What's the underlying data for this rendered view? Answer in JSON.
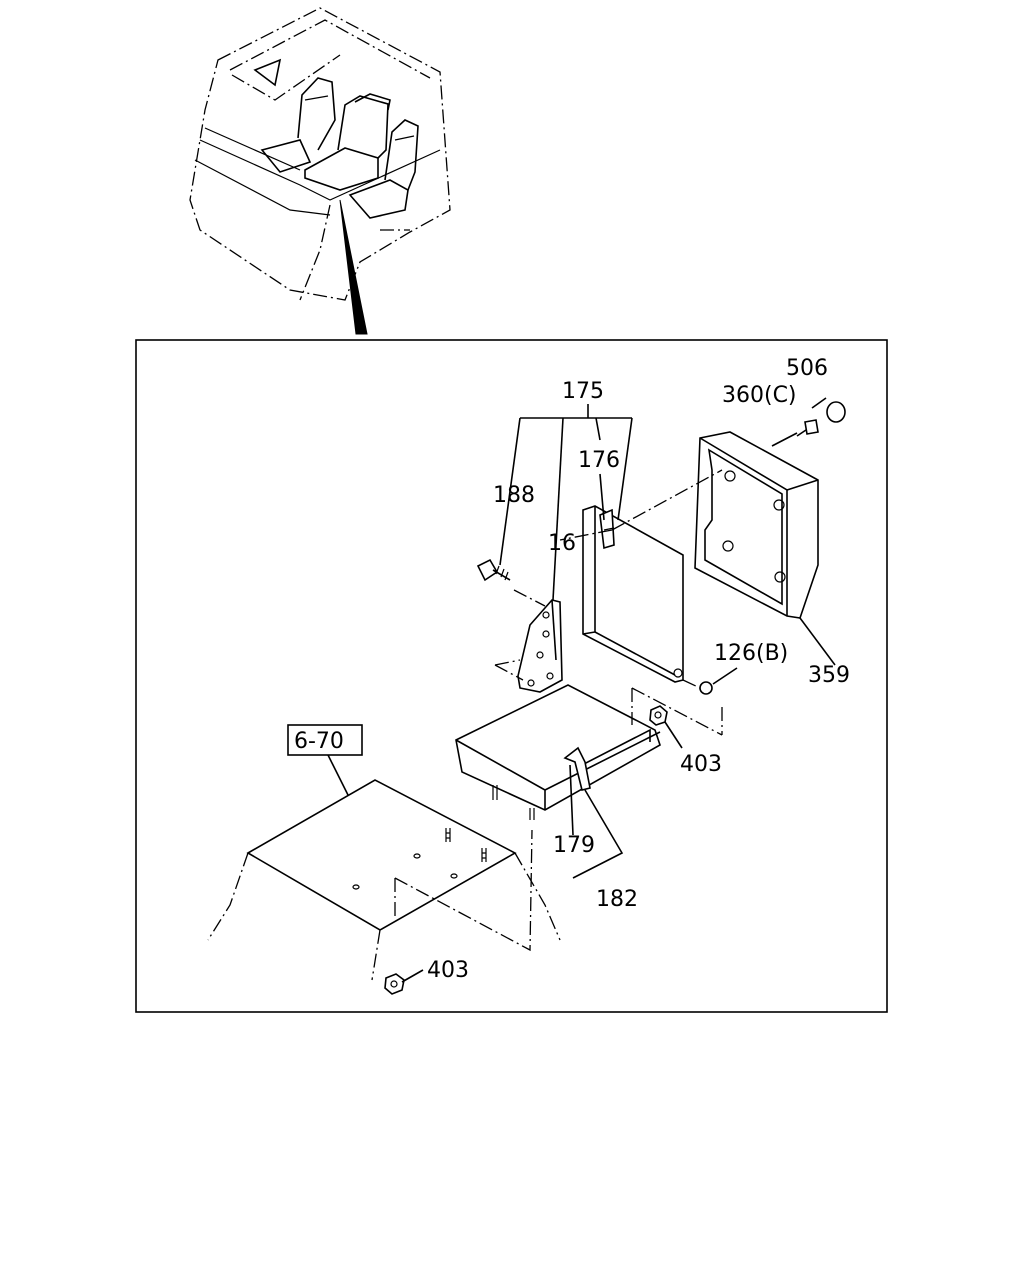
{
  "diagram": {
    "reference_box_label": "6-70",
    "part_labels": [
      {
        "key": "p506",
        "text": "506"
      },
      {
        "key": "p360",
        "text": "360(C)"
      },
      {
        "key": "p175",
        "text": "175"
      },
      {
        "key": "p176",
        "text": "176"
      },
      {
        "key": "p188",
        "text": "188"
      },
      {
        "key": "p16",
        "text": "16"
      },
      {
        "key": "p126",
        "text": "126(B)"
      },
      {
        "key": "p359",
        "text": "359"
      },
      {
        "key": "p403a",
        "text": "403"
      },
      {
        "key": "p179",
        "text": "179"
      },
      {
        "key": "p182",
        "text": "182"
      },
      {
        "key": "p403b",
        "text": "403"
      }
    ]
  }
}
